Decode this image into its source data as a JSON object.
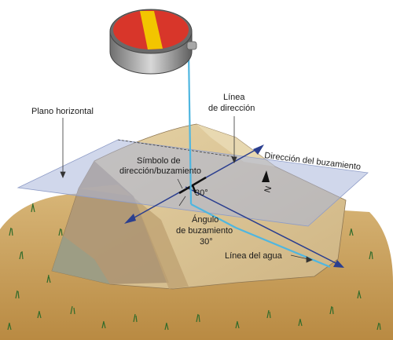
{
  "labels": {
    "horizontal_plane": "Plano horizontal",
    "strike_line_1": "Línea",
    "strike_line_2": "de dirección",
    "dip_direction": "Dirección del buzamiento",
    "symbol_1": "Símbolo de",
    "symbol_2": "dirección/buzamiento",
    "symbol_angle": "30°",
    "dip_angle_1": "Ángulo",
    "dip_angle_2": "de buzamiento",
    "dip_angle_value": "30°",
    "water_line": "Línea del agua",
    "north_marker": "N"
  },
  "colors": {
    "plane": "#a9b6da",
    "rock_light": "#dcc596",
    "rock_mid": "#c6ac79",
    "rock_dark": "#a99070",
    "ground": "#c89a4e",
    "water": "#4fb6e0",
    "axis": "#2b3f8f",
    "compass_red": "#d8362a",
    "compass_yellow": "#f2c500"
  },
  "icons": {
    "compass": "compass-icon",
    "north": "north-arrow-icon"
  }
}
